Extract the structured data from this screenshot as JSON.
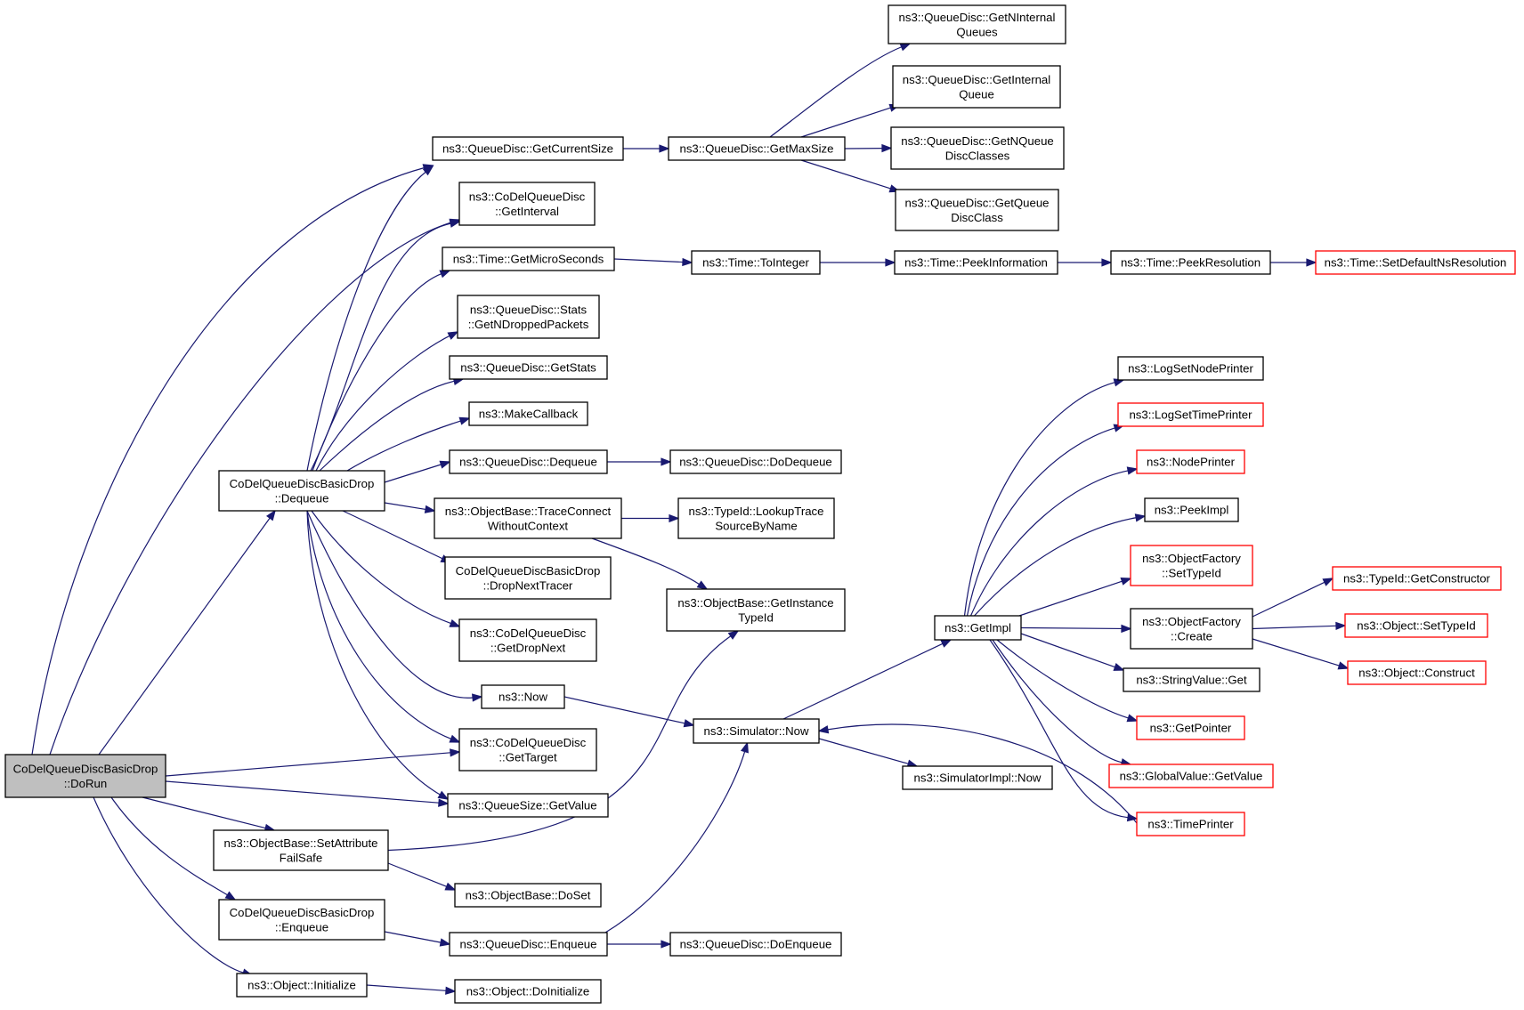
{
  "colors": {
    "edge": "#191970",
    "border_normal": "#000000",
    "border_truncated": "#ff0000",
    "root_fill": "#bfbfbf",
    "node_fill": "#ffffff"
  },
  "nodes": [
    {
      "id": "dorun",
      "lines": [
        "CoDelQueueDiscBasicDrop",
        "::DoRun"
      ],
      "style": "root"
    },
    {
      "id": "dequeue",
      "lines": [
        "CoDelQueueDiscBasicDrop",
        "::Dequeue"
      ],
      "style": "normal"
    },
    {
      "id": "setattr",
      "lines": [
        "ns3::ObjectBase::SetAttribute",
        "FailSafe"
      ],
      "style": "normal"
    },
    {
      "id": "enqueue",
      "lines": [
        "CoDelQueueDiscBasicDrop",
        "::Enqueue"
      ],
      "style": "normal"
    },
    {
      "id": "objinit",
      "lines": [
        "ns3::Object::Initialize"
      ],
      "style": "normal"
    },
    {
      "id": "getcursize",
      "lines": [
        "ns3::QueueDisc::GetCurrentSize"
      ],
      "style": "normal"
    },
    {
      "id": "getinterval",
      "lines": [
        "ns3::CoDelQueueDisc",
        "::GetInterval"
      ],
      "style": "normal"
    },
    {
      "id": "getmicro",
      "lines": [
        "ns3::Time::GetMicroSeconds"
      ],
      "style": "normal"
    },
    {
      "id": "getndropped",
      "lines": [
        "ns3::QueueDisc::Stats",
        "::GetNDroppedPackets"
      ],
      "style": "normal"
    },
    {
      "id": "getstats",
      "lines": [
        "ns3::QueueDisc::GetStats"
      ],
      "style": "normal"
    },
    {
      "id": "makecb",
      "lines": [
        "ns3::MakeCallback"
      ],
      "style": "normal"
    },
    {
      "id": "qddequeue",
      "lines": [
        "ns3::QueueDisc::Dequeue"
      ],
      "style": "normal"
    },
    {
      "id": "traceconn",
      "lines": [
        "ns3::ObjectBase::TraceConnect",
        "WithoutContext"
      ],
      "style": "normal"
    },
    {
      "id": "dropnexttr",
      "lines": [
        "CoDelQueueDiscBasicDrop",
        "::DropNextTracer"
      ],
      "style": "normal"
    },
    {
      "id": "getdropnext",
      "lines": [
        "ns3::CoDelQueueDisc",
        "::GetDropNext"
      ],
      "style": "normal"
    },
    {
      "id": "now",
      "lines": [
        "ns3::Now"
      ],
      "style": "normal"
    },
    {
      "id": "gettarget",
      "lines": [
        "ns3::CoDelQueueDisc",
        "::GetTarget"
      ],
      "style": "normal"
    },
    {
      "id": "qsgetvalue",
      "lines": [
        "ns3::QueueSize::GetValue"
      ],
      "style": "normal"
    },
    {
      "id": "dosetnode",
      "lines": [
        "ns3::ObjectBase::DoSet"
      ],
      "style": "normal"
    },
    {
      "id": "qdenqueue",
      "lines": [
        "ns3::QueueDisc::Enqueue"
      ],
      "style": "normal"
    },
    {
      "id": "doinit",
      "lines": [
        "ns3::Object::DoInitialize"
      ],
      "style": "normal"
    },
    {
      "id": "getmaxsize",
      "lines": [
        "ns3::QueueDisc::GetMaxSize"
      ],
      "style": "normal"
    },
    {
      "id": "tointeger",
      "lines": [
        "ns3::Time::ToInteger"
      ],
      "style": "normal"
    },
    {
      "id": "qddodequeue",
      "lines": [
        "ns3::QueueDisc::DoDequeue"
      ],
      "style": "normal"
    },
    {
      "id": "lookuptrace",
      "lines": [
        "ns3::TypeId::LookupTrace",
        "SourceByName"
      ],
      "style": "normal"
    },
    {
      "id": "getinsttid",
      "lines": [
        "ns3::ObjectBase::GetInstance",
        "TypeId"
      ],
      "style": "normal"
    },
    {
      "id": "simnow",
      "lines": [
        "ns3::Simulator::Now"
      ],
      "style": "normal"
    },
    {
      "id": "qddoenqueue",
      "lines": [
        "ns3::QueueDisc::DoEnqueue"
      ],
      "style": "normal"
    },
    {
      "id": "getninternal",
      "lines": [
        "ns3::QueueDisc::GetNInternal",
        "Queues"
      ],
      "style": "normal"
    },
    {
      "id": "getinternal",
      "lines": [
        "ns3::QueueDisc::GetInternal",
        "Queue"
      ],
      "style": "normal"
    },
    {
      "id": "getnqdc",
      "lines": [
        "ns3::QueueDisc::GetNQueue",
        "DiscClasses"
      ],
      "style": "normal"
    },
    {
      "id": "getqdc",
      "lines": [
        "ns3::QueueDisc::GetQueue",
        "DiscClass"
      ],
      "style": "normal"
    },
    {
      "id": "peekinfo",
      "lines": [
        "ns3::Time::PeekInformation"
      ],
      "style": "normal"
    },
    {
      "id": "getimpl",
      "lines": [
        "ns3::GetImpl"
      ],
      "style": "normal"
    },
    {
      "id": "simimplnow",
      "lines": [
        "ns3::SimulatorImpl::Now"
      ],
      "style": "normal"
    },
    {
      "id": "peekres",
      "lines": [
        "ns3::Time::PeekResolution"
      ],
      "style": "normal"
    },
    {
      "id": "logsetnode",
      "lines": [
        "ns3::LogSetNodePrinter"
      ],
      "style": "normal"
    },
    {
      "id": "logsettime",
      "lines": [
        "ns3::LogSetTimePrinter"
      ],
      "style": "truncated"
    },
    {
      "id": "nodeprinter",
      "lines": [
        "ns3::NodePrinter"
      ],
      "style": "truncated"
    },
    {
      "id": "peekimpl",
      "lines": [
        "ns3::PeekImpl"
      ],
      "style": "normal"
    },
    {
      "id": "ofsettid",
      "lines": [
        "ns3::ObjectFactory",
        "::SetTypeId"
      ],
      "style": "truncated"
    },
    {
      "id": "ofcreate",
      "lines": [
        "ns3::ObjectFactory",
        "::Create"
      ],
      "style": "normal"
    },
    {
      "id": "strget",
      "lines": [
        "ns3::StringValue::Get"
      ],
      "style": "normal"
    },
    {
      "id": "getpointer",
      "lines": [
        "ns3::GetPointer"
      ],
      "style": "truncated"
    },
    {
      "id": "gvgetvalue",
      "lines": [
        "ns3::GlobalValue::GetValue"
      ],
      "style": "truncated"
    },
    {
      "id": "timeprinter",
      "lines": [
        "ns3::TimePrinter"
      ],
      "style": "truncated"
    },
    {
      "id": "setdefres",
      "lines": [
        "ns3::Time::SetDefaultNsResolution"
      ],
      "style": "truncated"
    },
    {
      "id": "getctor",
      "lines": [
        "ns3::TypeId::GetConstructor"
      ],
      "style": "truncated"
    },
    {
      "id": "objsettid",
      "lines": [
        "ns3::Object::SetTypeId"
      ],
      "style": "truncated"
    },
    {
      "id": "objconstruct",
      "lines": [
        "ns3::Object::Construct"
      ],
      "style": "truncated"
    }
  ]
}
